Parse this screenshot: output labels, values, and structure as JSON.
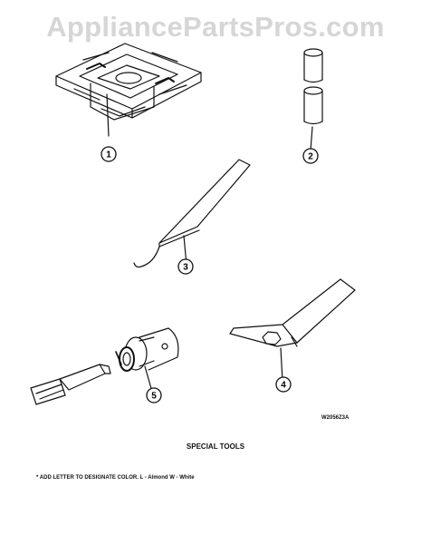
{
  "watermark": "AppliancePartsPros.com",
  "callouts": [
    "1",
    "2",
    "3",
    "4",
    "5"
  ],
  "figure_code": "W2056Z3A",
  "caption": "SPECIAL TOOLS",
  "footnote": "* ADD LETTER TO DESIGNATE COLOR.  L - Almond  W - White"
}
